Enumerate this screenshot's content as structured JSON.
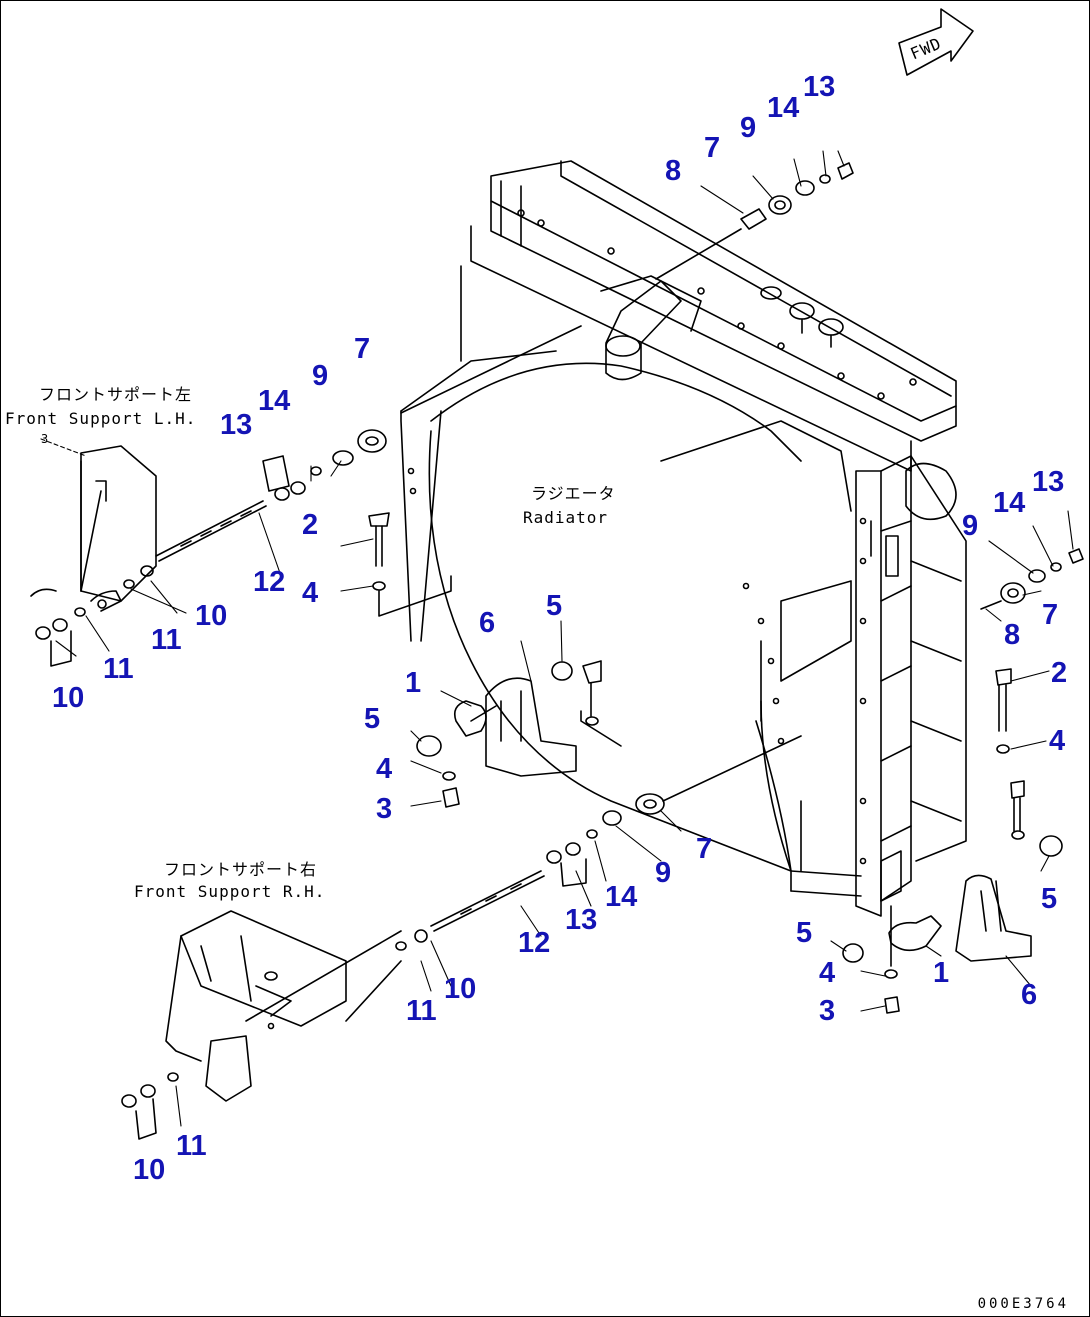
{
  "fwd": "FWD",
  "captions": {
    "support_lh_jp": "フロントサポート左",
    "support_lh_en": "Front Support L.H.",
    "support_rh_jp": "フロントサポート右",
    "support_rh_en": "Front Support R.H.",
    "radiator_jp": "ラジエータ",
    "radiator_en": "Radiator",
    "support_ref": "3"
  },
  "drawing_no": "000E3764",
  "colors": {
    "callout": "#1414b4",
    "line": "#000000"
  },
  "callouts": [
    {
      "label": "13"
    },
    {
      "label": "14"
    },
    {
      "label": "9"
    },
    {
      "label": "7"
    },
    {
      "label": "8"
    },
    {
      "label": "7"
    },
    {
      "label": "9"
    },
    {
      "label": "14"
    },
    {
      "label": "13"
    },
    {
      "label": "2"
    },
    {
      "label": "4"
    },
    {
      "label": "12"
    },
    {
      "label": "10"
    },
    {
      "label": "11"
    },
    {
      "label": "11"
    },
    {
      "label": "10"
    },
    {
      "label": "1"
    },
    {
      "label": "5"
    },
    {
      "label": "4"
    },
    {
      "label": "3"
    },
    {
      "label": "6"
    },
    {
      "label": "5"
    },
    {
      "label": "13"
    },
    {
      "label": "14"
    },
    {
      "label": "9"
    },
    {
      "label": "7"
    },
    {
      "label": "8"
    },
    {
      "label": "2"
    },
    {
      "label": "4"
    },
    {
      "label": "7"
    },
    {
      "label": "9"
    },
    {
      "label": "14"
    },
    {
      "label": "13"
    },
    {
      "label": "12"
    },
    {
      "label": "11"
    },
    {
      "label": "10"
    },
    {
      "label": "11"
    },
    {
      "label": "10"
    },
    {
      "label": "5"
    },
    {
      "label": "5"
    },
    {
      "label": "4"
    },
    {
      "label": "1"
    },
    {
      "label": "6"
    },
    {
      "label": "3"
    }
  ]
}
